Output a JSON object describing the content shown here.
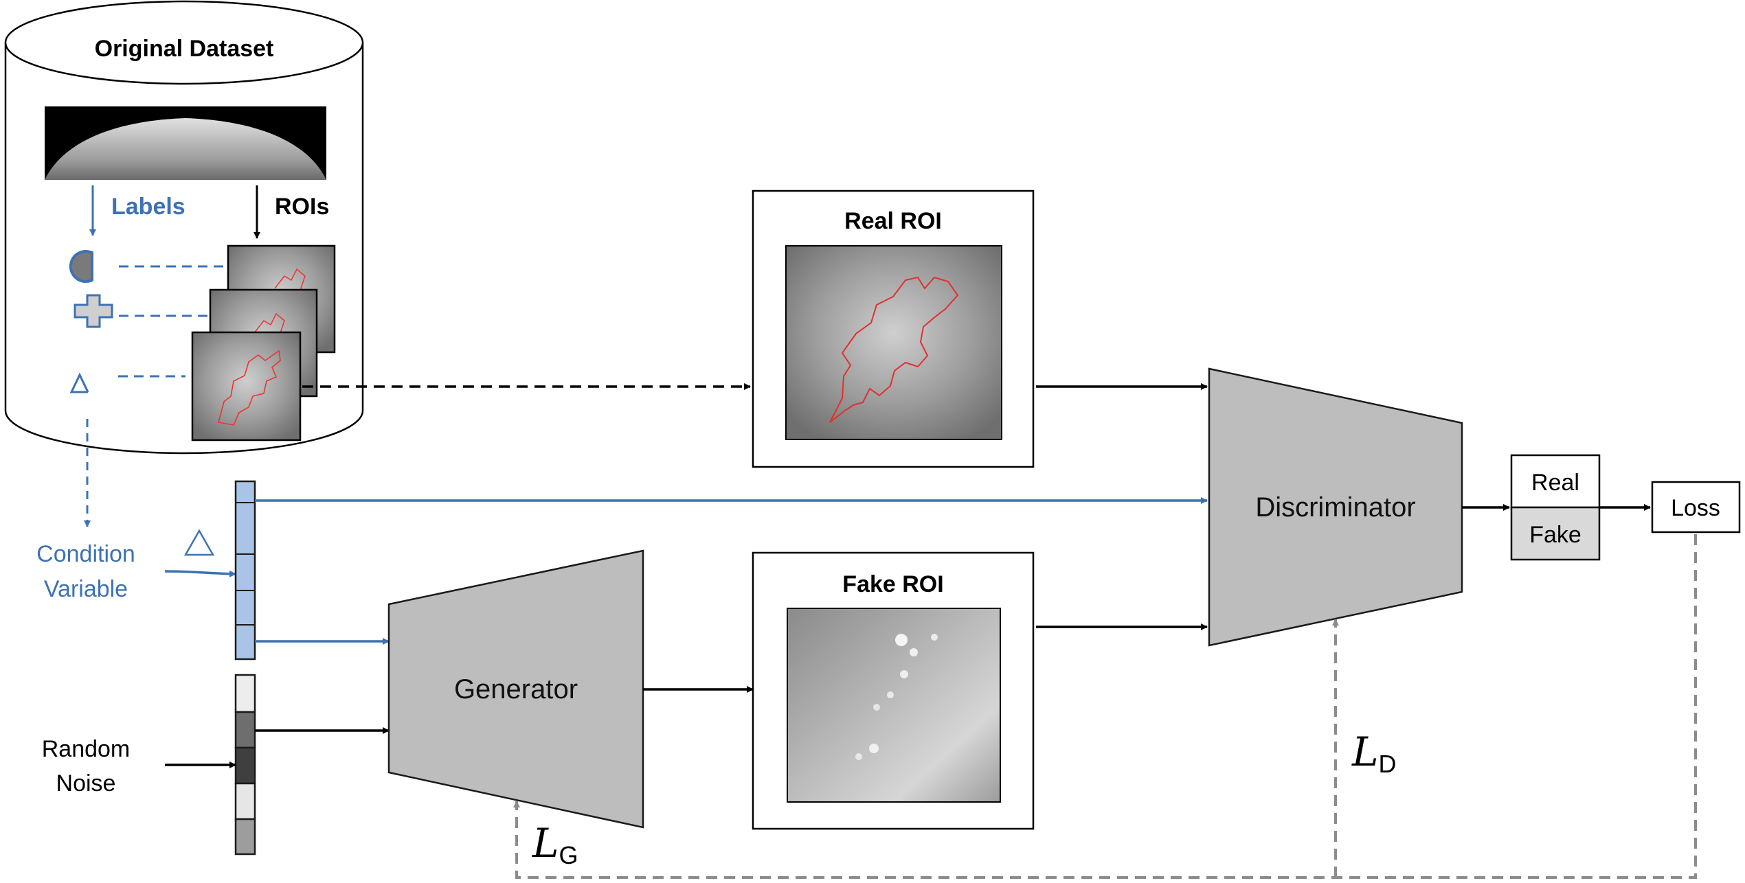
{
  "dataset": {
    "title": "Original Dataset",
    "labels_text": "Labels",
    "rois_text": "ROIs"
  },
  "condition": {
    "line1": "Condition",
    "line2": "Variable"
  },
  "noise": {
    "line1": "Random",
    "line2": "Noise"
  },
  "real_roi": {
    "title": "Real ROI"
  },
  "fake_roi": {
    "title": "Fake ROI"
  },
  "generator": {
    "label": "Generator"
  },
  "discriminator": {
    "label": "Discriminator"
  },
  "output": {
    "real": "Real",
    "fake": "Fake",
    "loss": "Loss"
  },
  "losses": {
    "lg_main": "L",
    "lg_sub": "G",
    "ld_main": "L",
    "ld_sub": "D"
  },
  "colors": {
    "blue": "#3D72B4",
    "gray_block": "#BDBDBD",
    "dashed_gray": "#8C8C8C",
    "black": "#000000"
  }
}
